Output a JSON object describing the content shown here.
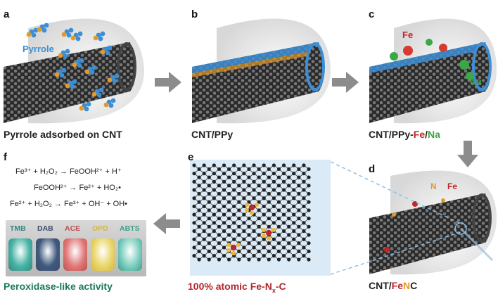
{
  "panels": {
    "a": {
      "label": "a",
      "caption": "Pyrrole adsorbed on CNT",
      "tag": "Pyrrole"
    },
    "b": {
      "label": "b",
      "caption": "CNT/PPy"
    },
    "c": {
      "label": "c",
      "caption_prefix": "CNT/PPy-",
      "caption_fe": "Fe",
      "caption_slash": "/",
      "caption_na": "Na",
      "tag_fe": "Fe",
      "tag_na": "Na"
    },
    "d": {
      "label": "d",
      "caption_prefix": "CNT/",
      "caption_fe": "Fe",
      "caption_n": "N",
      "caption_c": "C",
      "tag_n": "N",
      "tag_fe": "Fe"
    },
    "e": {
      "label": "e",
      "caption_main": "100% atomic Fe-N",
      "caption_sub": "x",
      "caption_end": "-C"
    },
    "f": {
      "label": "f",
      "equations": [
        "Fe³⁺ + H₂O₂ → FeOOH²⁺ + H⁺",
        "FeOOH²⁺ → Fe²⁺ + HO₂•",
        "Fe²⁺ + H₂O₂ → Fe³⁺ + OH⁻ + OH•"
      ],
      "wells": [
        {
          "name": "TMB",
          "color": "#2f8a7e",
          "fill": "#48b3a6"
        },
        {
          "name": "DAB",
          "color": "#3b4a6b",
          "fill": "#3f5a7d"
        },
        {
          "name": "ACE",
          "color": "#c04d4d",
          "fill": "#e07a79"
        },
        {
          "name": "OPD",
          "color": "#d9b63c",
          "fill": "#e9d66a"
        },
        {
          "name": "ABTS",
          "color": "#3a9f8b",
          "fill": "#7fcfc0"
        }
      ],
      "caption": "Peroxidase-like activity"
    }
  },
  "colors": {
    "accent_red": "#c0262b",
    "accent_green": "#3aa845",
    "accent_orange": "#e49a2a",
    "arrow": "#8c8c8c",
    "pyrrole_blue": "#3c8fd6"
  },
  "icons": {
    "arrow": "right-arrow-icon",
    "arrow_down": "down-arrow-icon",
    "arrow_left": "left-arrow-icon"
  }
}
